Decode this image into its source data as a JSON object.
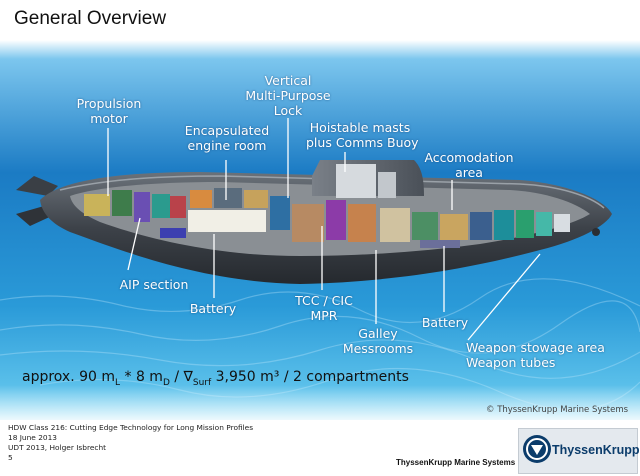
{
  "title": "General Overview",
  "labels": {
    "vertical_lock": [
      "Vertical",
      "Multi-Purpose",
      "Lock"
    ],
    "propulsion": [
      "Propulsion",
      "motor"
    ],
    "engine_room": [
      "Encapsulated",
      "engine room"
    ],
    "masts": [
      "Hoistable masts",
      "plus Comms Buoy"
    ],
    "accomodation": [
      "Accomodation",
      "area"
    ],
    "aip": [
      "AIP section"
    ],
    "battery_aft": [
      "Battery"
    ],
    "tcc": [
      "TCC / CIC",
      "MPR"
    ],
    "galley": [
      "Galley",
      "Messrooms"
    ],
    "battery_fwd": [
      "Battery"
    ],
    "weapons": [
      "Weapon stowage area",
      "Weapon tubes"
    ]
  },
  "dimensions": {
    "prefix": "approx. 90 m",
    "sub_l": "L",
    "mid1": " * 8 m",
    "sub_d": "D",
    "mid2": " / ∇",
    "sub_surf": "Surf",
    "suffix": " 3,950 m³ / 2 compartments"
  },
  "copyright": "© ThyssenKrupp Marine Systems",
  "footer": {
    "line1": "HDW Class 216: Cutting Edge Technology for Long Mission Profiles",
    "line2": "18 June 2013",
    "line3": "UDT 2013, Holger Isbrecht",
    "line4": "5"
  },
  "company": "ThyssenKrupp Marine Systems",
  "logo": "ThyssenKrupp",
  "colors": {
    "ocean_top": "#0a5fa8",
    "ocean_bottom": "#4fc0ea",
    "hull": "#4a4f56",
    "label": "#ffffff"
  }
}
